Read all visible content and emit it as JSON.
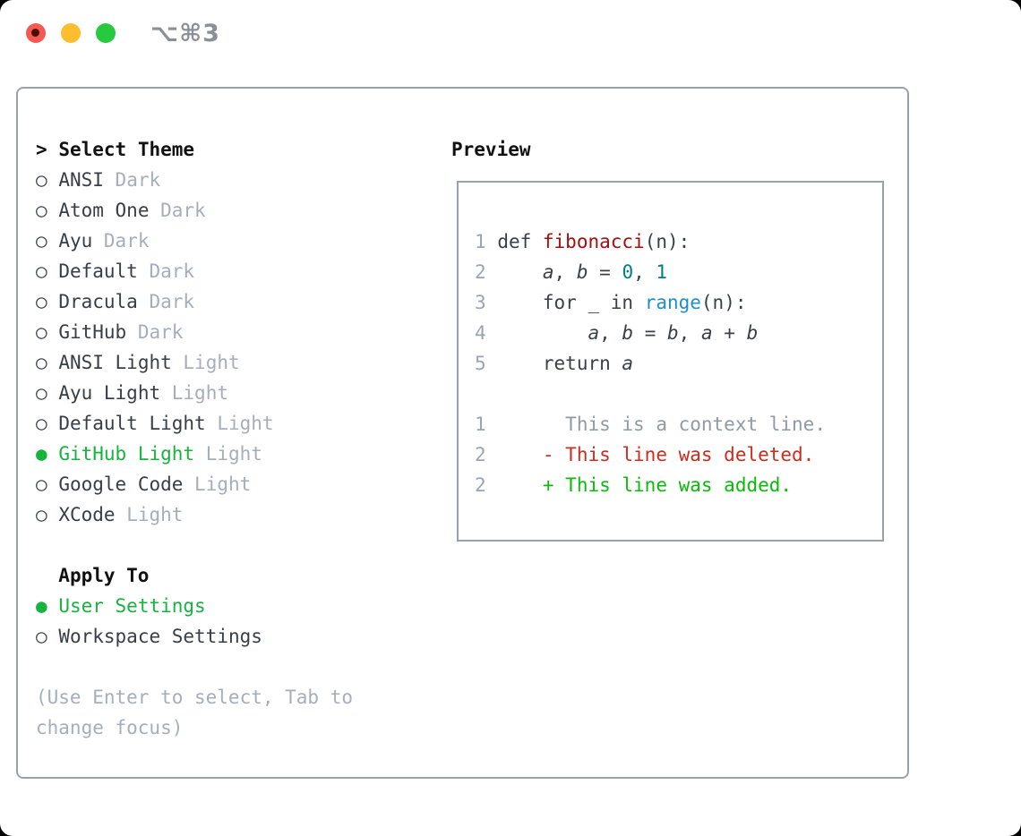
{
  "window": {
    "title": "⌥⌘3",
    "traffic_lights": [
      {
        "name": "close-button",
        "color_key": "traffic_red"
      },
      {
        "name": "minimize-button",
        "color_key": "traffic_yellow"
      },
      {
        "name": "zoom-button",
        "color_key": "traffic_green"
      }
    ]
  },
  "markers": {
    "selected": "●",
    "unselected": "○",
    "prompt": ">"
  },
  "theme_picker": {
    "prompt": ">",
    "title": "Select Theme",
    "items": [
      {
        "name": "ANSI",
        "tag": "Dark",
        "selected": false
      },
      {
        "name": "Atom One",
        "tag": "Dark",
        "selected": false
      },
      {
        "name": "Ayu",
        "tag": "Dark",
        "selected": false
      },
      {
        "name": "Default",
        "tag": "Dark",
        "selected": false
      },
      {
        "name": "Dracula",
        "tag": "Dark",
        "selected": false
      },
      {
        "name": "GitHub",
        "tag": "Dark",
        "selected": false
      },
      {
        "name": "ANSI Light",
        "tag": "Light",
        "selected": false
      },
      {
        "name": "Ayu Light",
        "tag": "Light",
        "selected": false
      },
      {
        "name": "Default Light",
        "tag": "Light",
        "selected": false
      },
      {
        "name": "GitHub Light",
        "tag": "Light",
        "selected": true
      },
      {
        "name": "Google Code",
        "tag": "Light",
        "selected": false
      },
      {
        "name": "XCode",
        "tag": "Light",
        "selected": false
      }
    ]
  },
  "apply_to": {
    "title": "Apply To",
    "options": [
      {
        "name": "User Settings",
        "selected": true
      },
      {
        "name": "Workspace Settings",
        "selected": false
      }
    ]
  },
  "hint": "(Use Enter to select, Tab to change focus)",
  "preview": {
    "title": "Preview",
    "lines": [
      {
        "num": "1",
        "tokens": [
          {
            "t": "def ",
            "c": "code"
          },
          {
            "t": "fibonacci",
            "c": "func"
          },
          {
            "t": "(n):",
            "c": "code"
          }
        ]
      },
      {
        "num": "2",
        "tokens": [
          {
            "t": "    ",
            "c": "code"
          },
          {
            "t": "a",
            "c": "var"
          },
          {
            "t": ", ",
            "c": "code"
          },
          {
            "t": "b",
            "c": "var"
          },
          {
            "t": " = ",
            "c": "code"
          },
          {
            "t": "0",
            "c": "num"
          },
          {
            "t": ", ",
            "c": "code"
          },
          {
            "t": "1",
            "c": "num"
          }
        ]
      },
      {
        "num": "3",
        "tokens": [
          {
            "t": "    for _ in ",
            "c": "code"
          },
          {
            "t": "range",
            "c": "builtin"
          },
          {
            "t": "(n):",
            "c": "code"
          }
        ]
      },
      {
        "num": "4",
        "tokens": [
          {
            "t": "        ",
            "c": "code"
          },
          {
            "t": "a",
            "c": "var"
          },
          {
            "t": ", ",
            "c": "code"
          },
          {
            "t": "b",
            "c": "var"
          },
          {
            "t": " = ",
            "c": "code"
          },
          {
            "t": "b",
            "c": "var"
          },
          {
            "t": ", ",
            "c": "code"
          },
          {
            "t": "a",
            "c": "var"
          },
          {
            "t": " + ",
            "c": "code"
          },
          {
            "t": "b",
            "c": "var"
          }
        ]
      },
      {
        "num": "5",
        "tokens": [
          {
            "t": "    return ",
            "c": "code"
          },
          {
            "t": "a",
            "c": "var"
          }
        ]
      },
      {
        "num": "",
        "tokens": []
      },
      {
        "num": "1",
        "tokens": [
          {
            "t": "      This is a context line.",
            "c": "context"
          }
        ]
      },
      {
        "num": "2",
        "tokens": [
          {
            "t": "    - This line was deleted.",
            "c": "deleted"
          }
        ]
      },
      {
        "num": "2",
        "tokens": [
          {
            "t": "    + This line was added.",
            "c": "added"
          }
        ]
      }
    ]
  },
  "colors": {
    "accent_green": "#16b33e",
    "added_green": "#0abc0a",
    "deleted_red": "#cb2d1d",
    "func_red": "#a40e0e",
    "number_teal": "#008080",
    "builtin_blue": "#1e8fce",
    "text_dark": "#383e46",
    "code_dark": "#3b4048",
    "muted_gray": "#a6aebb",
    "context_gray": "#909aa4",
    "line_number_gray": "#9aa4b2",
    "border_gray": "#9aa1ab",
    "title_gray": "#8b9098",
    "black_text": "#111111",
    "traffic_red": "#f45a52",
    "traffic_yellow": "#fcbd2f",
    "traffic_green": "#27c93f"
  }
}
